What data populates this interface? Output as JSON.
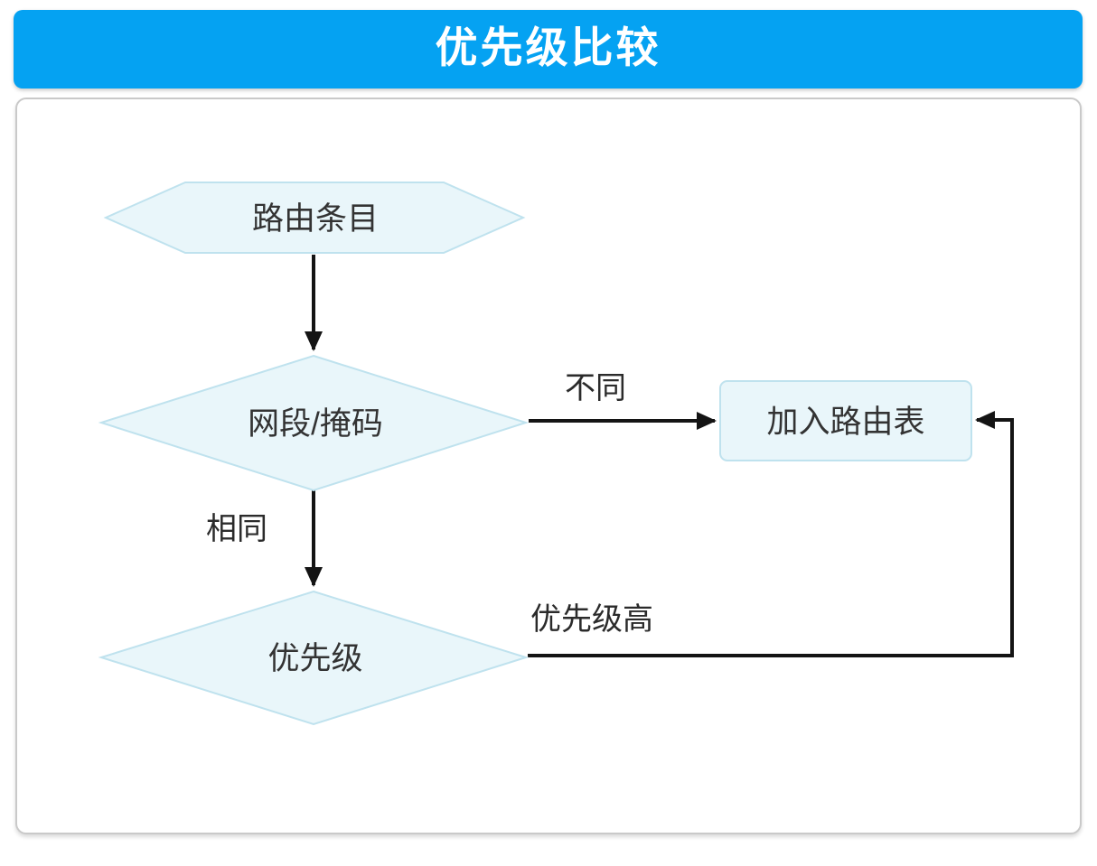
{
  "title": "优先级比较",
  "colors": {
    "header_bg": "#05a2f2",
    "node_fill": "#e9f6fa",
    "node_border": "#bfe2ee",
    "line_color": "#141414",
    "text_color": "#333333",
    "panel_border": "#c9c9c9",
    "page_bg": "#ffffff",
    "title_color": "#ffffff"
  },
  "flowchart": {
    "nodes": [
      {
        "id": "route-entry",
        "shape": "hexagon",
        "label": "路由条目"
      },
      {
        "id": "segment-mask",
        "shape": "diamond",
        "label": "网段/掩码"
      },
      {
        "id": "add-routing-table",
        "shape": "rectangle",
        "label": "加入路由表"
      },
      {
        "id": "priority",
        "shape": "diamond",
        "label": "优先级"
      }
    ],
    "edges": [
      {
        "from": "route-entry",
        "to": "segment-mask",
        "label": ""
      },
      {
        "from": "segment-mask",
        "to": "add-routing-table",
        "label": "不同"
      },
      {
        "from": "segment-mask",
        "to": "priority",
        "label": "相同"
      },
      {
        "from": "priority",
        "to": "add-routing-table",
        "label": "优先级高"
      }
    ]
  }
}
